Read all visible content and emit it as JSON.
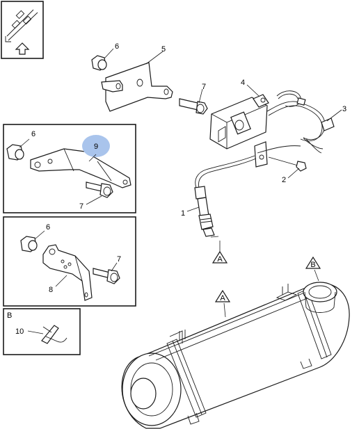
{
  "diagram": {
    "callouts": {
      "c1": "1",
      "c2": "2",
      "c3": "3",
      "c4": "4",
      "c5": "5",
      "c6_main": "6",
      "c7_main": "7",
      "c6_inset1": "6",
      "c9_inset1": "9",
      "c7_inset1": "7",
      "c6_inset2": "6",
      "c7_inset2": "7",
      "c8_inset2": "8",
      "c10_inset3": "10"
    },
    "references": {
      "ref_a_sensor": "A",
      "ref_a_muffler": "A",
      "ref_b_muffler": "B",
      "inset3_label": "B"
    },
    "highlighted_callout": "9",
    "colors": {
      "line": "#1a1a1a",
      "highlight": "#a9c4ec",
      "background": "#ffffff"
    },
    "icons": [
      "orientation-arrow-icon",
      "up-arrow-icon"
    ]
  }
}
